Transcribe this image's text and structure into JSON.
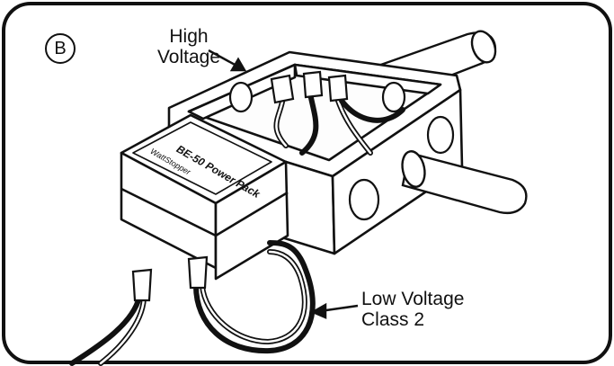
{
  "figure": {
    "badge": "B",
    "high_voltage": [
      "High",
      "Voltage"
    ],
    "low_voltage": [
      "Low Voltage",
      "Class 2"
    ],
    "module": {
      "model": "BE-50 Power Pack",
      "brand": "WattStopper"
    }
  }
}
